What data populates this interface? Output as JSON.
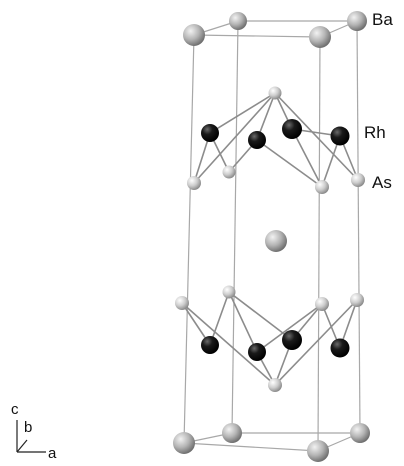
{
  "labels": {
    "ba": "Ba",
    "rh": "Rh",
    "as": "As"
  },
  "axes": {
    "c": "c",
    "b": "b",
    "a": "a"
  },
  "colors": {
    "background": "#ffffff",
    "cell_edge": "#a8a8a8",
    "bond": "#8c8c8c",
    "ba_atom": "#a6a6a6",
    "rh_atom": "#151515",
    "as_atom": "#c6c6c6",
    "label_text": "#111111"
  }
}
